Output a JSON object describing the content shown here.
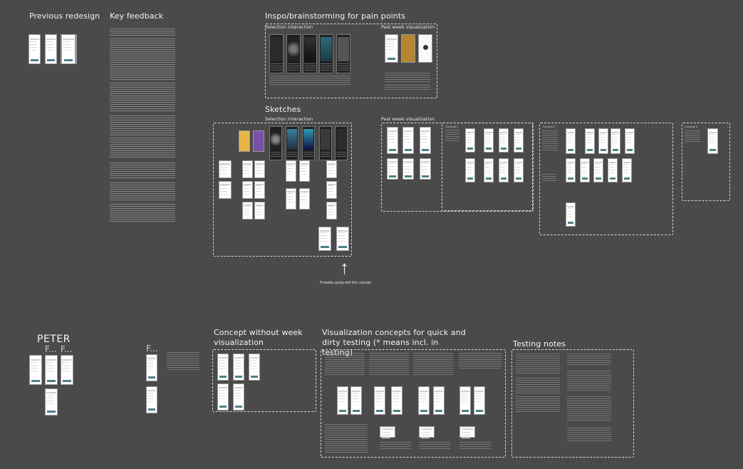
{
  "headings": {
    "previous_redesign": "Previous redesign",
    "key_feedback": "Key feedback",
    "inspo": "Inspo/brainstorming for pain points",
    "sketches": "Sketches",
    "concept_without_week": "Concept without week visualization",
    "viz_concepts": "Visualization concepts for quick and dirty testing (* means incl. in testing)",
    "testing_notes": "Testing notes"
  },
  "subheadings": {
    "selection_interaction_inspo": "Selection interaction",
    "past_week_inspo": "Past week visualization",
    "selection_interaction_sketch": "Selection interaction",
    "past_week_sketch": "Past week visualization"
  },
  "captions": {
    "going_with": "Probably going with this concept"
  },
  "names": {
    "peter": "PETER",
    "f1": "F...",
    "f2": "F...",
    "f3": "F..."
  },
  "colors": {
    "canvas_bg": "#4a4a4a",
    "accent": "#4d7f86",
    "card_bg": "#ffffff"
  }
}
